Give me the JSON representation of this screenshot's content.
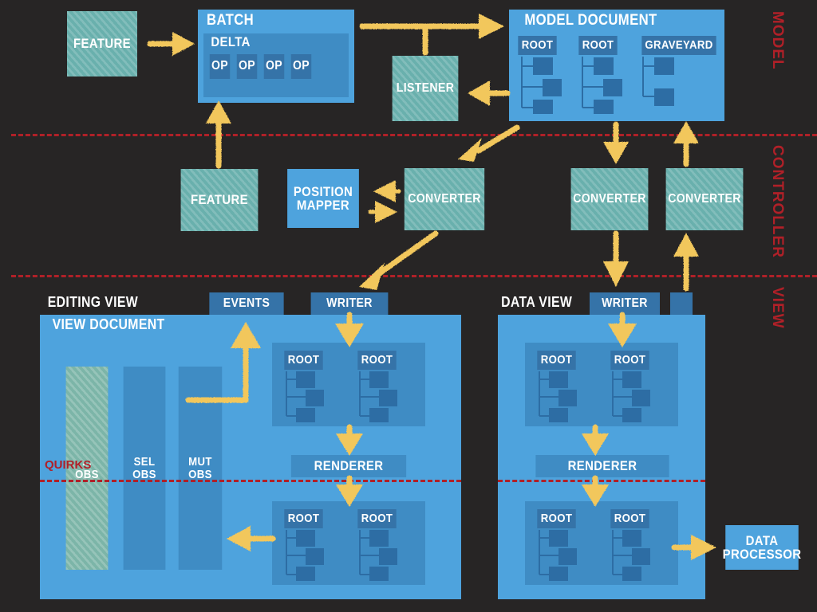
{
  "layers": [
    {
      "name": "MODEL"
    },
    {
      "name": "CONTROLLER"
    },
    {
      "name": "VIEW"
    }
  ],
  "model": {
    "feature": "FEATURE",
    "batch": {
      "title": "BATCH",
      "delta": "DELTA",
      "ops": [
        "OP",
        "OP",
        "OP",
        "OP"
      ]
    },
    "listener": "LISTENER",
    "model_document": {
      "title": "MODEL DOCUMENT",
      "roots": [
        "ROOT",
        "ROOT",
        "GRAVEYARD"
      ]
    }
  },
  "controller": {
    "feature": "FEATURE",
    "position_mapper": "POSITION MAPPER",
    "converter_left": "CONVERTER",
    "converter_mid": "CONVERTER",
    "converter_right": "CONVERTER"
  },
  "view": {
    "editing_view": {
      "title": "EDITING VIEW",
      "events_tab": "EVENTS",
      "writer_tab": "WRITER",
      "view_document": "VIEW DOCUMENT",
      "observers": [
        {
          "line1": "...",
          "line2": "OBS",
          "style": "hatched"
        },
        {
          "line1": "SEL",
          "line2": "OBS",
          "style": "solid"
        },
        {
          "line1": "MUT",
          "line2": "OBS",
          "style": "solid"
        }
      ],
      "roots_top": [
        "ROOT",
        "ROOT"
      ],
      "renderer": "RENDERER",
      "roots_bottom": [
        "ROOT",
        "ROOT"
      ],
      "quirks": "QUIRKS"
    },
    "data_view": {
      "title": "DATA VIEW",
      "writer_tab": "WRITER",
      "roots_top": [
        "ROOT",
        "ROOT"
      ],
      "renderer": "RENDERER",
      "roots_bottom": [
        "ROOT",
        "ROOT"
      ]
    },
    "data_processor": "DATA PROCESSOR"
  },
  "colors": {
    "background": "#272525",
    "blue": "#4ea3dd",
    "blue_dark": "#3573a8",
    "teal": "#69b0ad",
    "arrow": "#f2c75c",
    "accent_red": "#b02028"
  }
}
